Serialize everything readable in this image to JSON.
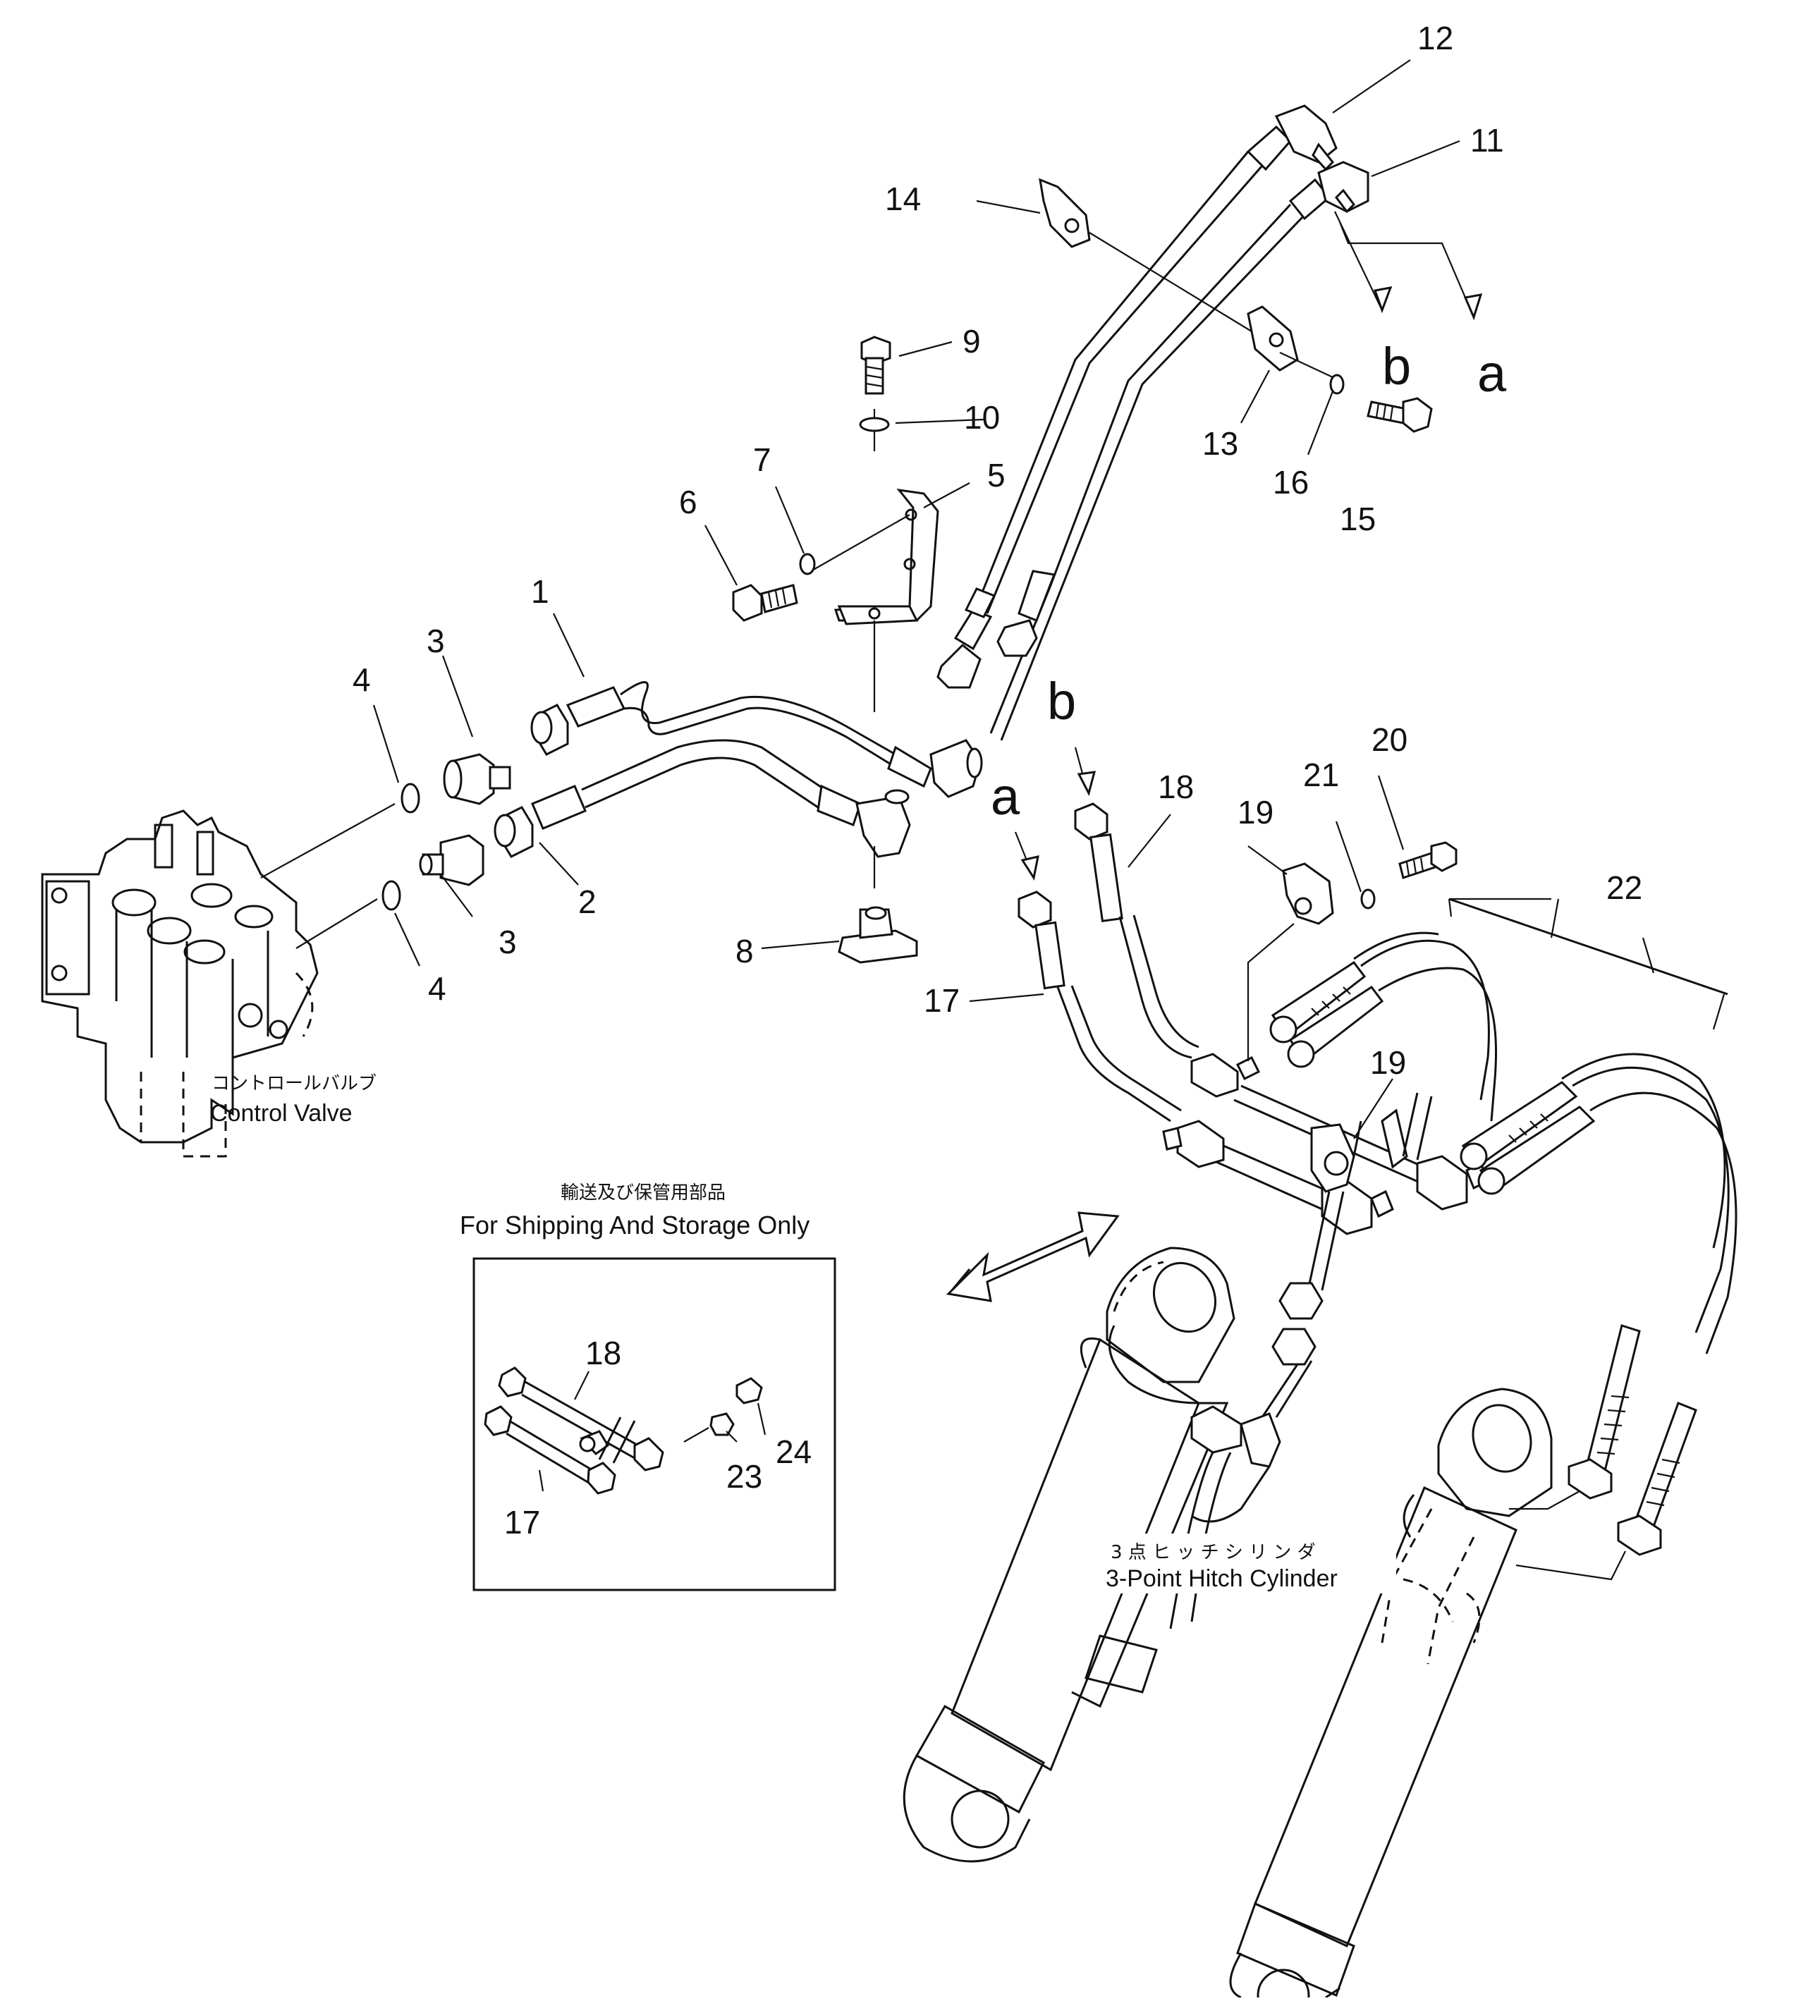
{
  "callouts": [
    "1",
    "2",
    "3",
    "3",
    "4",
    "4",
    "5",
    "6",
    "7",
    "8",
    "9",
    "10",
    "11",
    "12",
    "13",
    "14",
    "15",
    "16",
    "17",
    "17",
    "18",
    "18",
    "19",
    "19",
    "20",
    "21",
    "22",
    "23",
    "24"
  ],
  "connection_letters": [
    "a",
    "b",
    "a",
    "b"
  ],
  "labels": {
    "control_valve_jp": "コントロールバルブ",
    "control_valve_en": "Control Valve",
    "hitch_cylinder_jp": "3 点 ヒ ッ チ シ リ ン ダ",
    "hitch_cylinder_en": "3-Point Hitch Cylinder"
  },
  "inset": {
    "title_jp": "輸送及び保管用部品",
    "title_en": "For Shipping And Storage Only"
  }
}
